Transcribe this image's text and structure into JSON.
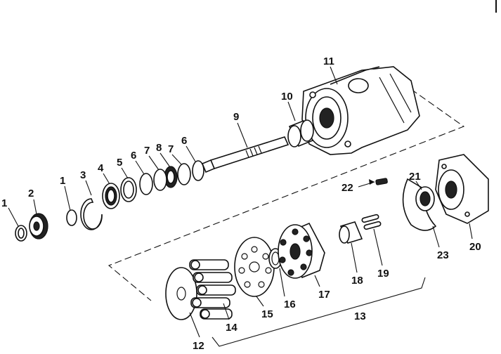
{
  "diagram": {
    "callouts": {
      "c1a": "1",
      "c2": "2",
      "c1b": "1",
      "c3": "3",
      "c4": "4",
      "c5": "5",
      "c6a": "6",
      "c7a": "7",
      "c8": "8",
      "c7b": "7",
      "c6b": "6",
      "c9": "9",
      "c10": "10",
      "c11": "11",
      "c12": "12",
      "c13": "13",
      "c14": "14",
      "c15": "15",
      "c16": "16",
      "c17": "17",
      "c18": "18",
      "c19": "19",
      "c20": "20",
      "c21": "21",
      "c22": "22",
      "c23": "23"
    }
  }
}
